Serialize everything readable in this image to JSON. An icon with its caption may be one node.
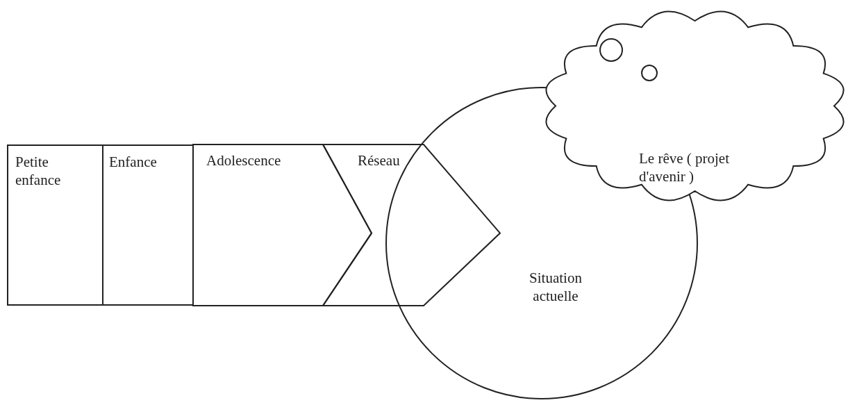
{
  "diagram": {
    "nodes": [
      {
        "text": [
          "Petite enfance"
        ]
      },
      {
        "text": [
          "Enfance"
        ]
      },
      {
        "text": [
          "Adolescence"
        ]
      },
      {
        "text": [
          "Réseau"
        ]
      },
      {
        "text": [
          "Situation actuelle"
        ]
      },
      {
        "text": [
          "Le rêve ( projet d'avenir )"
        ]
      }
    ]
  }
}
